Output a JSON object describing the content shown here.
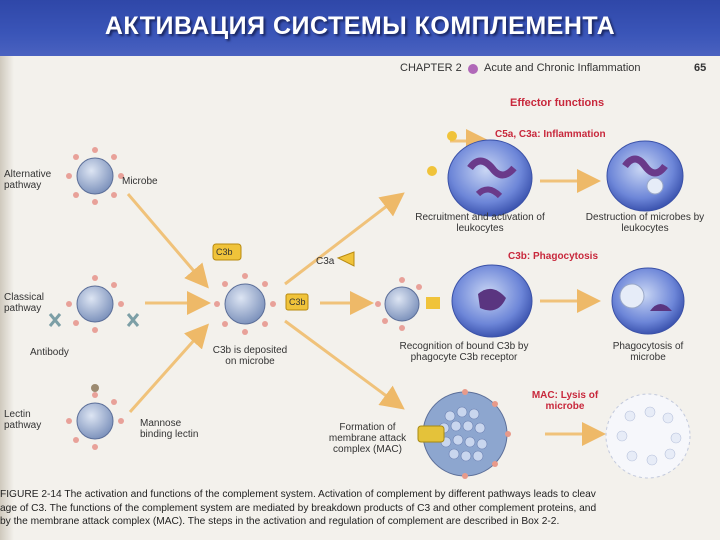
{
  "slide": {
    "title": "АКТИВАЦИЯ СИСТЕМЫ КОМПЛЕМЕНТА"
  },
  "header": {
    "chapter": "CHAPTER 2",
    "chapter_title": "Acute and Chronic Inflammation",
    "page_number": "65"
  },
  "pathways": {
    "alternative": "Alternative pathway",
    "microbe": "Microbe",
    "classical": "Classical pathway",
    "antibody": "Antibody",
    "lectin": "Lectin pathway",
    "mannose": "Mannose binding lectin"
  },
  "center": {
    "c3b_top": "C3b",
    "c3b_tag": "C3b",
    "deposited": "C3b is deposited on microbe",
    "c3a": "C3a"
  },
  "effector": {
    "title": "Effector functions",
    "inflammation_title": "C5a, C3a: Inflammation",
    "recruitment": "Recruitment and activation of leukocytes",
    "destruction": "Destruction of microbes by leukocytes",
    "phago_title": "C3b: Phagocytosis",
    "recognition": "Recognition of bound C3b by phagocyte C3b receptor",
    "phagocytosis": "Phagocytosis of microbe",
    "mac_formation": "Formation of membrane attack complex (MAC)",
    "mac_title": "MAC: Lysis of microbe"
  },
  "caption": {
    "line1": "FIGURE 2-14  The activation and functions of the complement system. Activation of complement by different pathways leads to cleav",
    "line2": "age of C3. The functions of the complement system are mediated by breakdown products of C3 and other complement proteins, and",
    "line3": "by the membrane attack complex (MAC). The steps in the activation and regulation of complement are described in Box 2-2."
  },
  "colors": {
    "title_bg": "#2f47a8",
    "accent_red": "#c8283c",
    "arrow": "#f0c27a",
    "cell_blue": "#6d86d8",
    "microbe": "#8aa0c8"
  }
}
